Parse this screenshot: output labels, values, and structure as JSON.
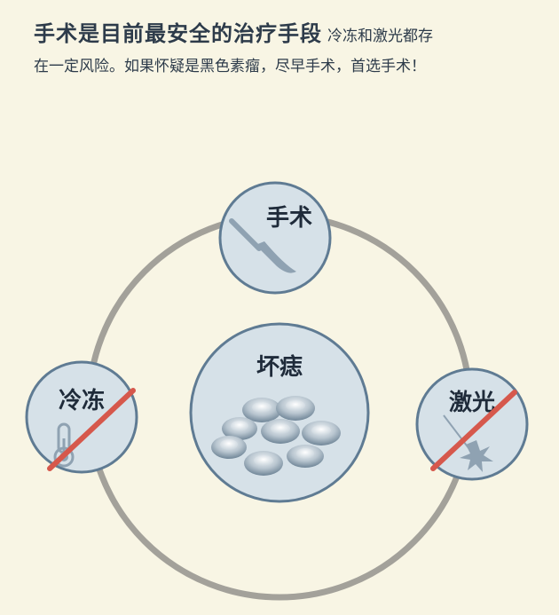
{
  "header": {
    "title": "手术是目前最安全的治疗手段",
    "subtitle_part1": "冷冻和激光都存",
    "subtitle_part2": "在一定风险。如果怀疑是黑色素瘤，尽早手术，首选手术！"
  },
  "diagram": {
    "center": {
      "label": "坏痣",
      "icon": "mole-cells-icon"
    },
    "nodes": [
      {
        "key": "surgery",
        "label": "手术",
        "icon": "scalpel-icon",
        "crossed": false
      },
      {
        "key": "freezing",
        "label": "冷冻",
        "icon": "thermometer-icon",
        "crossed": true
      },
      {
        "key": "laser",
        "label": "激光",
        "icon": "laser-burst-icon",
        "crossed": true
      }
    ],
    "colors": {
      "background": "#f8f5e4",
      "ring": "#a3a19a",
      "node_fill": "#d6e1e8",
      "node_stroke": "#5f7b93",
      "cross": "#d6584c",
      "text": "#1f2b3a"
    }
  }
}
